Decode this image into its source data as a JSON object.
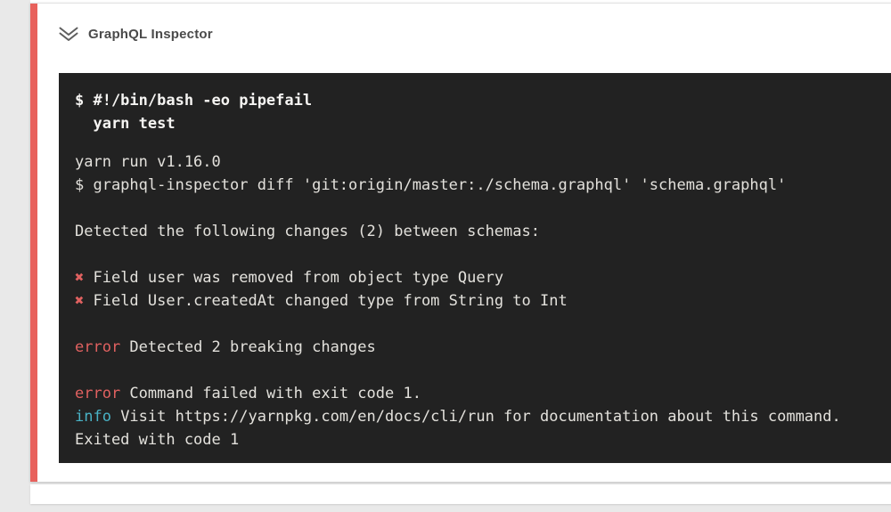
{
  "header": {
    "title": "GraphQL Inspector",
    "collapse_icon": "double-chevron-down"
  },
  "colors": {
    "page_bg": "#e9e9e9",
    "stripe": "#e8615c",
    "terminal_bg": "#222222",
    "terminal_text": "#e3e1dc",
    "command_text": "#f5f4f2",
    "error_red": "#e06160",
    "info_cyan": "#49b3c6",
    "title_text": "#4a4a4a"
  },
  "terminal": {
    "lines": [
      {
        "segments": [
          {
            "text": "$ #!/bin/bash -eo pipefail",
            "style": "bold"
          }
        ]
      },
      {
        "segments": [
          {
            "text": "  yarn test",
            "style": "bold"
          }
        ]
      },
      {
        "gap": 17
      },
      {
        "segments": [
          {
            "text": "yarn run v1.16.0"
          }
        ]
      },
      {
        "segments": [
          {
            "text": "$ graphql-inspector diff 'git:origin/master:./schema.graphql' 'schema.graphql'"
          }
        ]
      },
      {
        "gap": 26
      },
      {
        "segments": [
          {
            "text": "Detected the following changes (2) between schemas:"
          }
        ]
      },
      {
        "gap": 26
      },
      {
        "segments": [
          {
            "text": "✖ ",
            "style": "red"
          },
          {
            "text": "Field user was removed from object type Query"
          }
        ]
      },
      {
        "segments": [
          {
            "text": "✖ ",
            "style": "red"
          },
          {
            "text": "Field User.createdAt changed type from String to Int"
          }
        ]
      },
      {
        "gap": 26
      },
      {
        "segments": [
          {
            "text": "error ",
            "style": "red"
          },
          {
            "text": "Detected 2 breaking changes"
          }
        ]
      },
      {
        "gap": 26
      },
      {
        "segments": [
          {
            "text": "error ",
            "style": "red"
          },
          {
            "text": "Command failed with exit code 1."
          }
        ]
      },
      {
        "segments": [
          {
            "text": "info ",
            "style": "cyan"
          },
          {
            "text": "Visit https://yarnpkg.com/en/docs/cli/run for documentation about this command."
          }
        ]
      },
      {
        "segments": [
          {
            "text": "Exited with code 1"
          }
        ]
      }
    ]
  }
}
